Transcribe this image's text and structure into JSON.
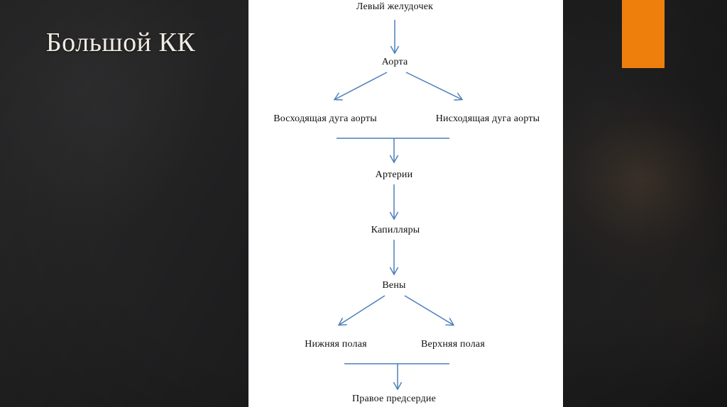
{
  "slide": {
    "title": "Большой КК",
    "accent_color": "#ef7f0d",
    "background_color": "#1d1d1d",
    "panel_color": "#ffffff",
    "arrow_color": "#4a7ebb",
    "node_text_color": "#100f10",
    "title_text_color": "#f1ece2"
  },
  "diagram": {
    "type": "flowchart",
    "orientation": "top-to-bottom",
    "nodes": [
      {
        "id": "left-ventricle",
        "label": "Левый желудочек"
      },
      {
        "id": "aorta",
        "label": "Аорта"
      },
      {
        "id": "ascending-arch",
        "label": "Восходящая дуга аорты"
      },
      {
        "id": "descending-arch",
        "label": "Нисходящая дуга аорты"
      },
      {
        "id": "arteries",
        "label": "Артерии"
      },
      {
        "id": "capillaries",
        "label": "Капилляры"
      },
      {
        "id": "veins",
        "label": "Вены"
      },
      {
        "id": "inferior-vena-cava",
        "label": "Нижняя полая"
      },
      {
        "id": "superior-vena-cava",
        "label": "Верхняя полая"
      },
      {
        "id": "right-atrium",
        "label": "Правое предсердие"
      }
    ],
    "edges": [
      {
        "from": "left-ventricle",
        "to": "aorta",
        "style": "straight-arrow"
      },
      {
        "from": "aorta",
        "to": "ascending-arch",
        "style": "branch-arrow-left"
      },
      {
        "from": "aorta",
        "to": "descending-arch",
        "style": "branch-arrow-right"
      },
      {
        "from": "ascending-arch",
        "to": "arteries",
        "style": "merge-bar-arrow"
      },
      {
        "from": "descending-arch",
        "to": "arteries",
        "style": "merge-bar-arrow"
      },
      {
        "from": "arteries",
        "to": "capillaries",
        "style": "straight-arrow"
      },
      {
        "from": "capillaries",
        "to": "veins",
        "style": "straight-arrow"
      },
      {
        "from": "veins",
        "to": "inferior-vena-cava",
        "style": "branch-arrow-left"
      },
      {
        "from": "veins",
        "to": "superior-vena-cava",
        "style": "branch-arrow-right"
      },
      {
        "from": "inferior-vena-cava",
        "to": "right-atrium",
        "style": "merge-bar-arrow"
      },
      {
        "from": "superior-vena-cava",
        "to": "right-atrium",
        "style": "merge-bar-arrow"
      }
    ]
  }
}
